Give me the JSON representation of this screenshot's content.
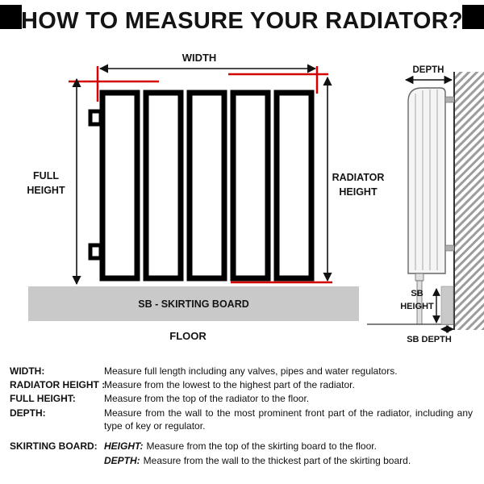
{
  "title": "HOW TO MEASURE YOUR RADIATOR?",
  "diagram": {
    "front": {
      "width_label": "WIDTH",
      "full_height_lines": [
        "FULL",
        "HEIGHT"
      ],
      "radiator_height_lines": [
        "RADIATOR",
        "HEIGHT"
      ],
      "skirting_board_label": "SB - SKIRTING BOARD",
      "floor_label": "FLOOR"
    },
    "side": {
      "depth_label": "DEPTH",
      "sb_height_lines": [
        "SB",
        "HEIGHT"
      ],
      "sb_depth_label": "SB DEPTH"
    },
    "colors": {
      "measurement_red": "#d40000",
      "radiator_outline": "#000000",
      "skirting_gray": "#c9c9c9",
      "wall_hatch_gray": "#9c9c9c"
    }
  },
  "definitions": [
    {
      "term": "WIDTH:",
      "text": "Measure full length including any valves, pipes and water regulators."
    },
    {
      "term": "RADIATOR HEIGHT :",
      "text": "Measure from the lowest to the highest part of the radiator."
    },
    {
      "term": "FULL HEIGHT:",
      "text": "Measure from the top of the radiator to the floor."
    },
    {
      "term": "DEPTH:",
      "text": "Measure from the wall to the most prominent front part of the radiator, including any type of key or regulator."
    },
    {
      "term": "SKIRTING BOARD:",
      "sub": [
        {
          "label": "HEIGHT:",
          "text": "Measure from the top of the skirting board to the floor."
        },
        {
          "label": "DEPTH:",
          "text": "Measure from the wall to the thickest part of the skirting board."
        }
      ]
    }
  ]
}
